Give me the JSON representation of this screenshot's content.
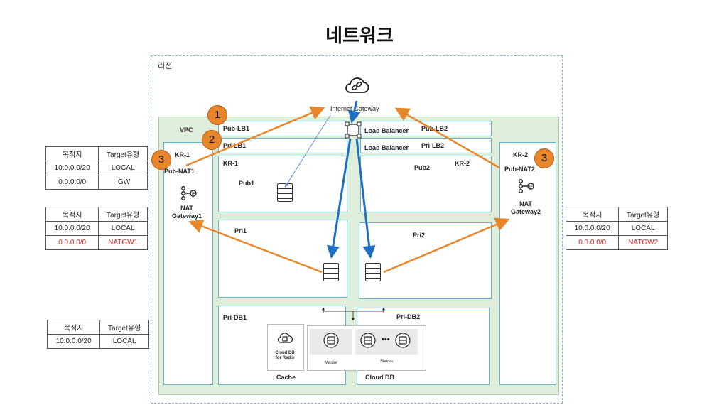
{
  "title": "네트워크",
  "region_label": "리전",
  "vpc_label": "VPC",
  "internet_gateway": "Internet Gateway",
  "load_balancer_1": "Load Balancer",
  "load_balancer_2": "Load Balancer",
  "subnets": {
    "pub_lb1": "Pub-LB1",
    "pri_lb1": "Pri-LB1",
    "pub_lb2": "Pub-LB2",
    "pri_lb2": "Pri-LB2",
    "pub1": "Pub1",
    "pub2": "Pub2",
    "pri1": "Pri1",
    "pri2": "Pri2",
    "pri_db1": "Pri-DB1",
    "pri_db2": "Pri-DB2"
  },
  "zones": {
    "left_kr": "KR-1",
    "left_nat_subnet": "Pub-NAT1",
    "left_nat": "NAT\nGateway1",
    "right_kr": "KR-2",
    "right_nat_subnet": "Pub-NAT2",
    "right_nat": "NAT\nGateway2",
    "pub1_kr": "KR-1",
    "pub2_kr": "KR-2"
  },
  "cache": {
    "service": "Cloud DB\nfor Redis",
    "label": "Cache"
  },
  "clouddb": {
    "master": "Master",
    "slaves": "Slaves",
    "label": "Cloud DB"
  },
  "markers": [
    "1",
    "2",
    "3",
    "3"
  ],
  "route_tables": [
    {
      "header": [
        "목적지",
        "Target유형"
      ],
      "rows": [
        [
          "10.0.0.0/20",
          "LOCAL"
        ],
        [
          "0.0.0.0/0",
          "IGW"
        ]
      ],
      "highlight": false
    },
    {
      "header": [
        "목적지",
        "Target유형"
      ],
      "rows": [
        [
          "10.0.0.0/20",
          "LOCAL"
        ],
        [
          "0.0.0.0/0",
          "NATGW1"
        ]
      ],
      "highlight": true
    },
    {
      "header": [
        "목적지",
        "Target유형"
      ],
      "rows": [
        [
          "10.0.0.0/20",
          "LOCAL"
        ]
      ],
      "highlight": false
    },
    {
      "header": [
        "목적지",
        "Target유형"
      ],
      "rows": [
        [
          "10.0.0.0/20",
          "LOCAL"
        ],
        [
          "0.0.0.0/0",
          "NATGW2"
        ]
      ],
      "highlight": true
    }
  ],
  "colors": {
    "arrow_orange": "#e8862b",
    "arrow_blue": "#1f6fc0",
    "subnet_border": "#5fb4cf",
    "vpc_fill": "#dfeeda",
    "highlight_red": "#e02020"
  }
}
